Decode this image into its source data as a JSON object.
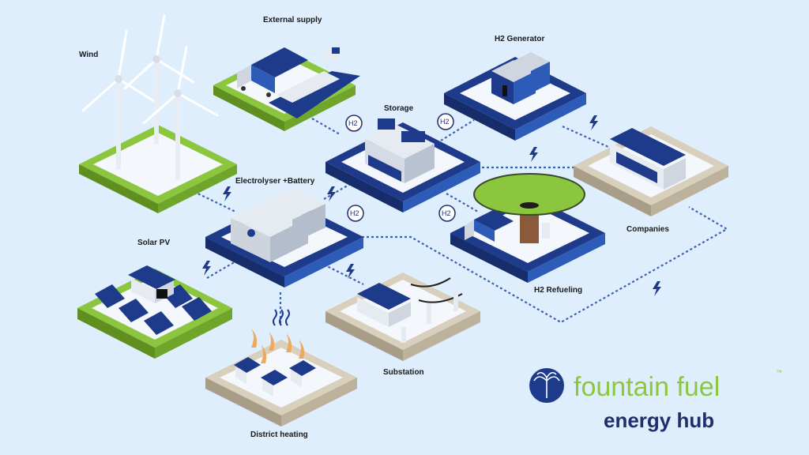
{
  "nodes": {
    "wind": "Wind",
    "external_supply": "External supply",
    "h2_generator": "H2 Generator",
    "storage": "Storage",
    "electrolyser": "Electrolyser +Battery",
    "solar_pv": "Solar PV",
    "companies": "Companies",
    "h2_refueling": "H2 Refueling",
    "substation": "Substation",
    "district_heating": "District heating"
  },
  "h2_badge": "H2",
  "brand": {
    "name": "fountain fuel",
    "trademark": "™",
    "tagline": "energy hub"
  },
  "colors": {
    "background": "#dfeefc",
    "navy": "#1e2f6b",
    "tile_blue": "#1e3a8a",
    "tile_blue_edge": "#2d5bb8",
    "grass": "#8cc63f",
    "grass_dark": "#5e8f1f",
    "beige": "#d8cfbd",
    "beige_dark": "#a89d86",
    "brand_green": "#8dc63f",
    "brand_navy": "#1e2f6b"
  }
}
